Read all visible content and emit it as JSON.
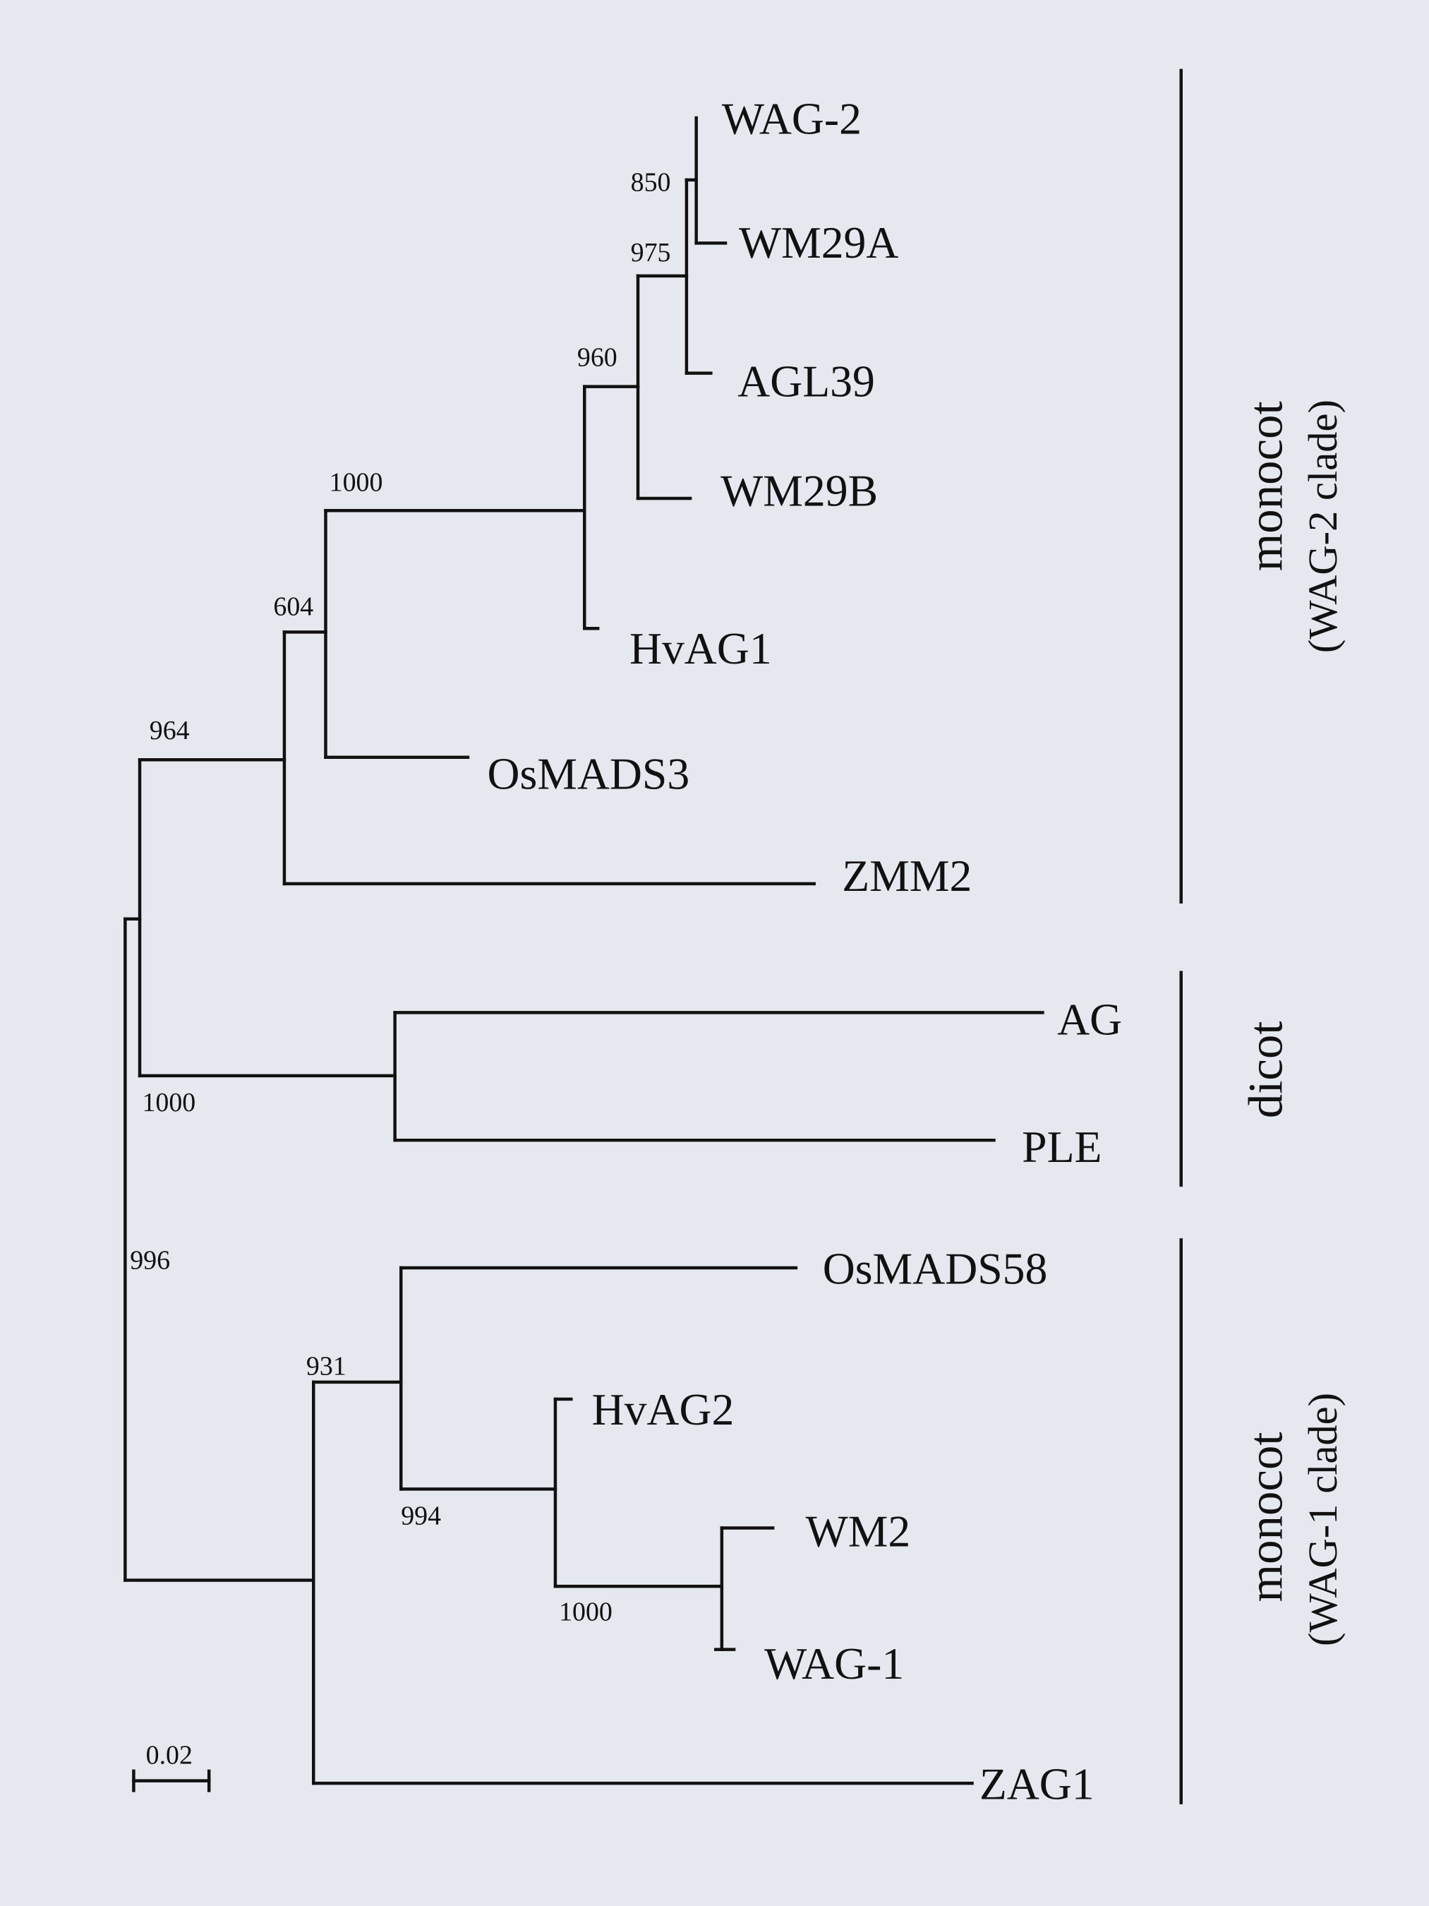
{
  "tree": {
    "leaves": [
      "WAG-2",
      "WM29A",
      "AGL39",
      "WM29B",
      "HvAG1",
      "OsMADS3",
      "ZMM2",
      "AG",
      "PLE",
      "OsMADS58",
      "HvAG2",
      "WM2",
      "WAG-1",
      "ZAG1"
    ],
    "bootstraps": [
      "850",
      "975",
      "960",
      "1000",
      "604",
      "964",
      "1000",
      "996",
      "931",
      "994",
      "1000"
    ]
  },
  "clades": {
    "wag2": {
      "name": "monocot",
      "sub": "(WAG-2 clade)"
    },
    "dicot": {
      "name": "dicot"
    },
    "wag1": {
      "name": "monocot",
      "sub": "(WAG-1 clade)"
    }
  },
  "scale_bar": {
    "label": "0.02",
    "value": 0.02
  }
}
